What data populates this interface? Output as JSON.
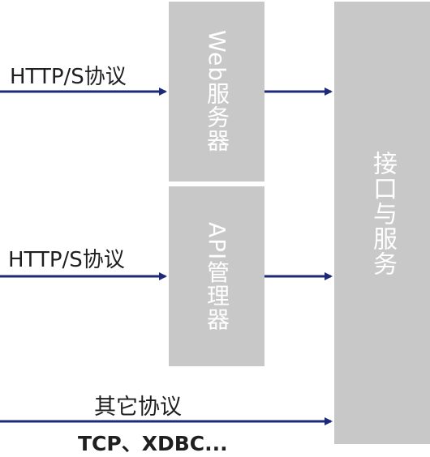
{
  "left_labels": {
    "http_top": "HTTP/S协议",
    "http_mid": "HTTP/S协议",
    "other": "其它协议",
    "tcp": "TCP、XDBC..."
  },
  "boxes": {
    "web_server": "Web服务器",
    "api_manager": "API管理器",
    "interface_service": "接口与服务"
  },
  "colors": {
    "box_fill": "#c8c8c8",
    "box_text": "#ffffff",
    "arrow": "#1c2a78",
    "label_text": "#1f1f1f"
  }
}
